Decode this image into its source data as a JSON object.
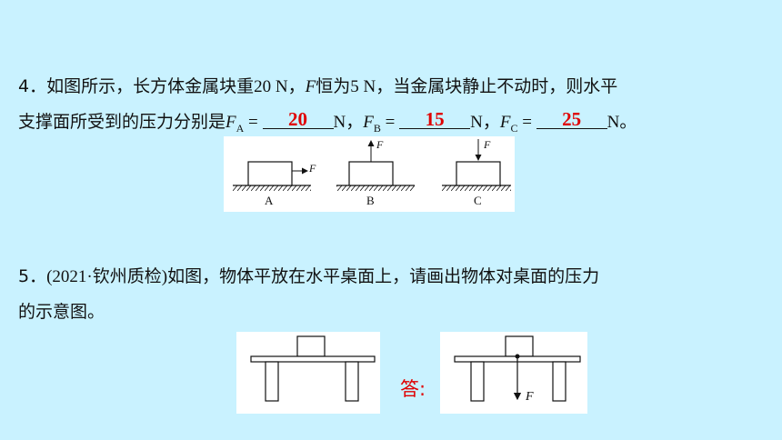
{
  "q4": {
    "num": "4．",
    "line1_a": "如图所示，长方体金属块重",
    "weight": "20 N",
    "comma1": "，",
    "f_sym": "F",
    "line1_b": "恒为",
    "force": "5 N",
    "line1_c": "，当金属块静止不动时，则水平",
    "line2_a": "支撑面所受到的压力分别是",
    "sub_a": "A",
    "sub_b": "B",
    "sub_c": "C",
    "eq": " = ",
    "unit_sep": "N，",
    "unit_end": "N。",
    "answers": {
      "a": "20",
      "b": "15",
      "c": "25"
    },
    "figure": {
      "labels": [
        "A",
        "B",
        "C"
      ],
      "force_label": "F"
    }
  },
  "q5": {
    "num": "5．",
    "source": "(2021·钦州质检)",
    "line1": "如图，物体平放在水平桌面上，请画出物体对桌面的压力",
    "line2": "的示意图。",
    "answer_label": "答:",
    "force_label": "F"
  },
  "colors": {
    "background": "#c9f2ff",
    "answer": "#e00000"
  }
}
